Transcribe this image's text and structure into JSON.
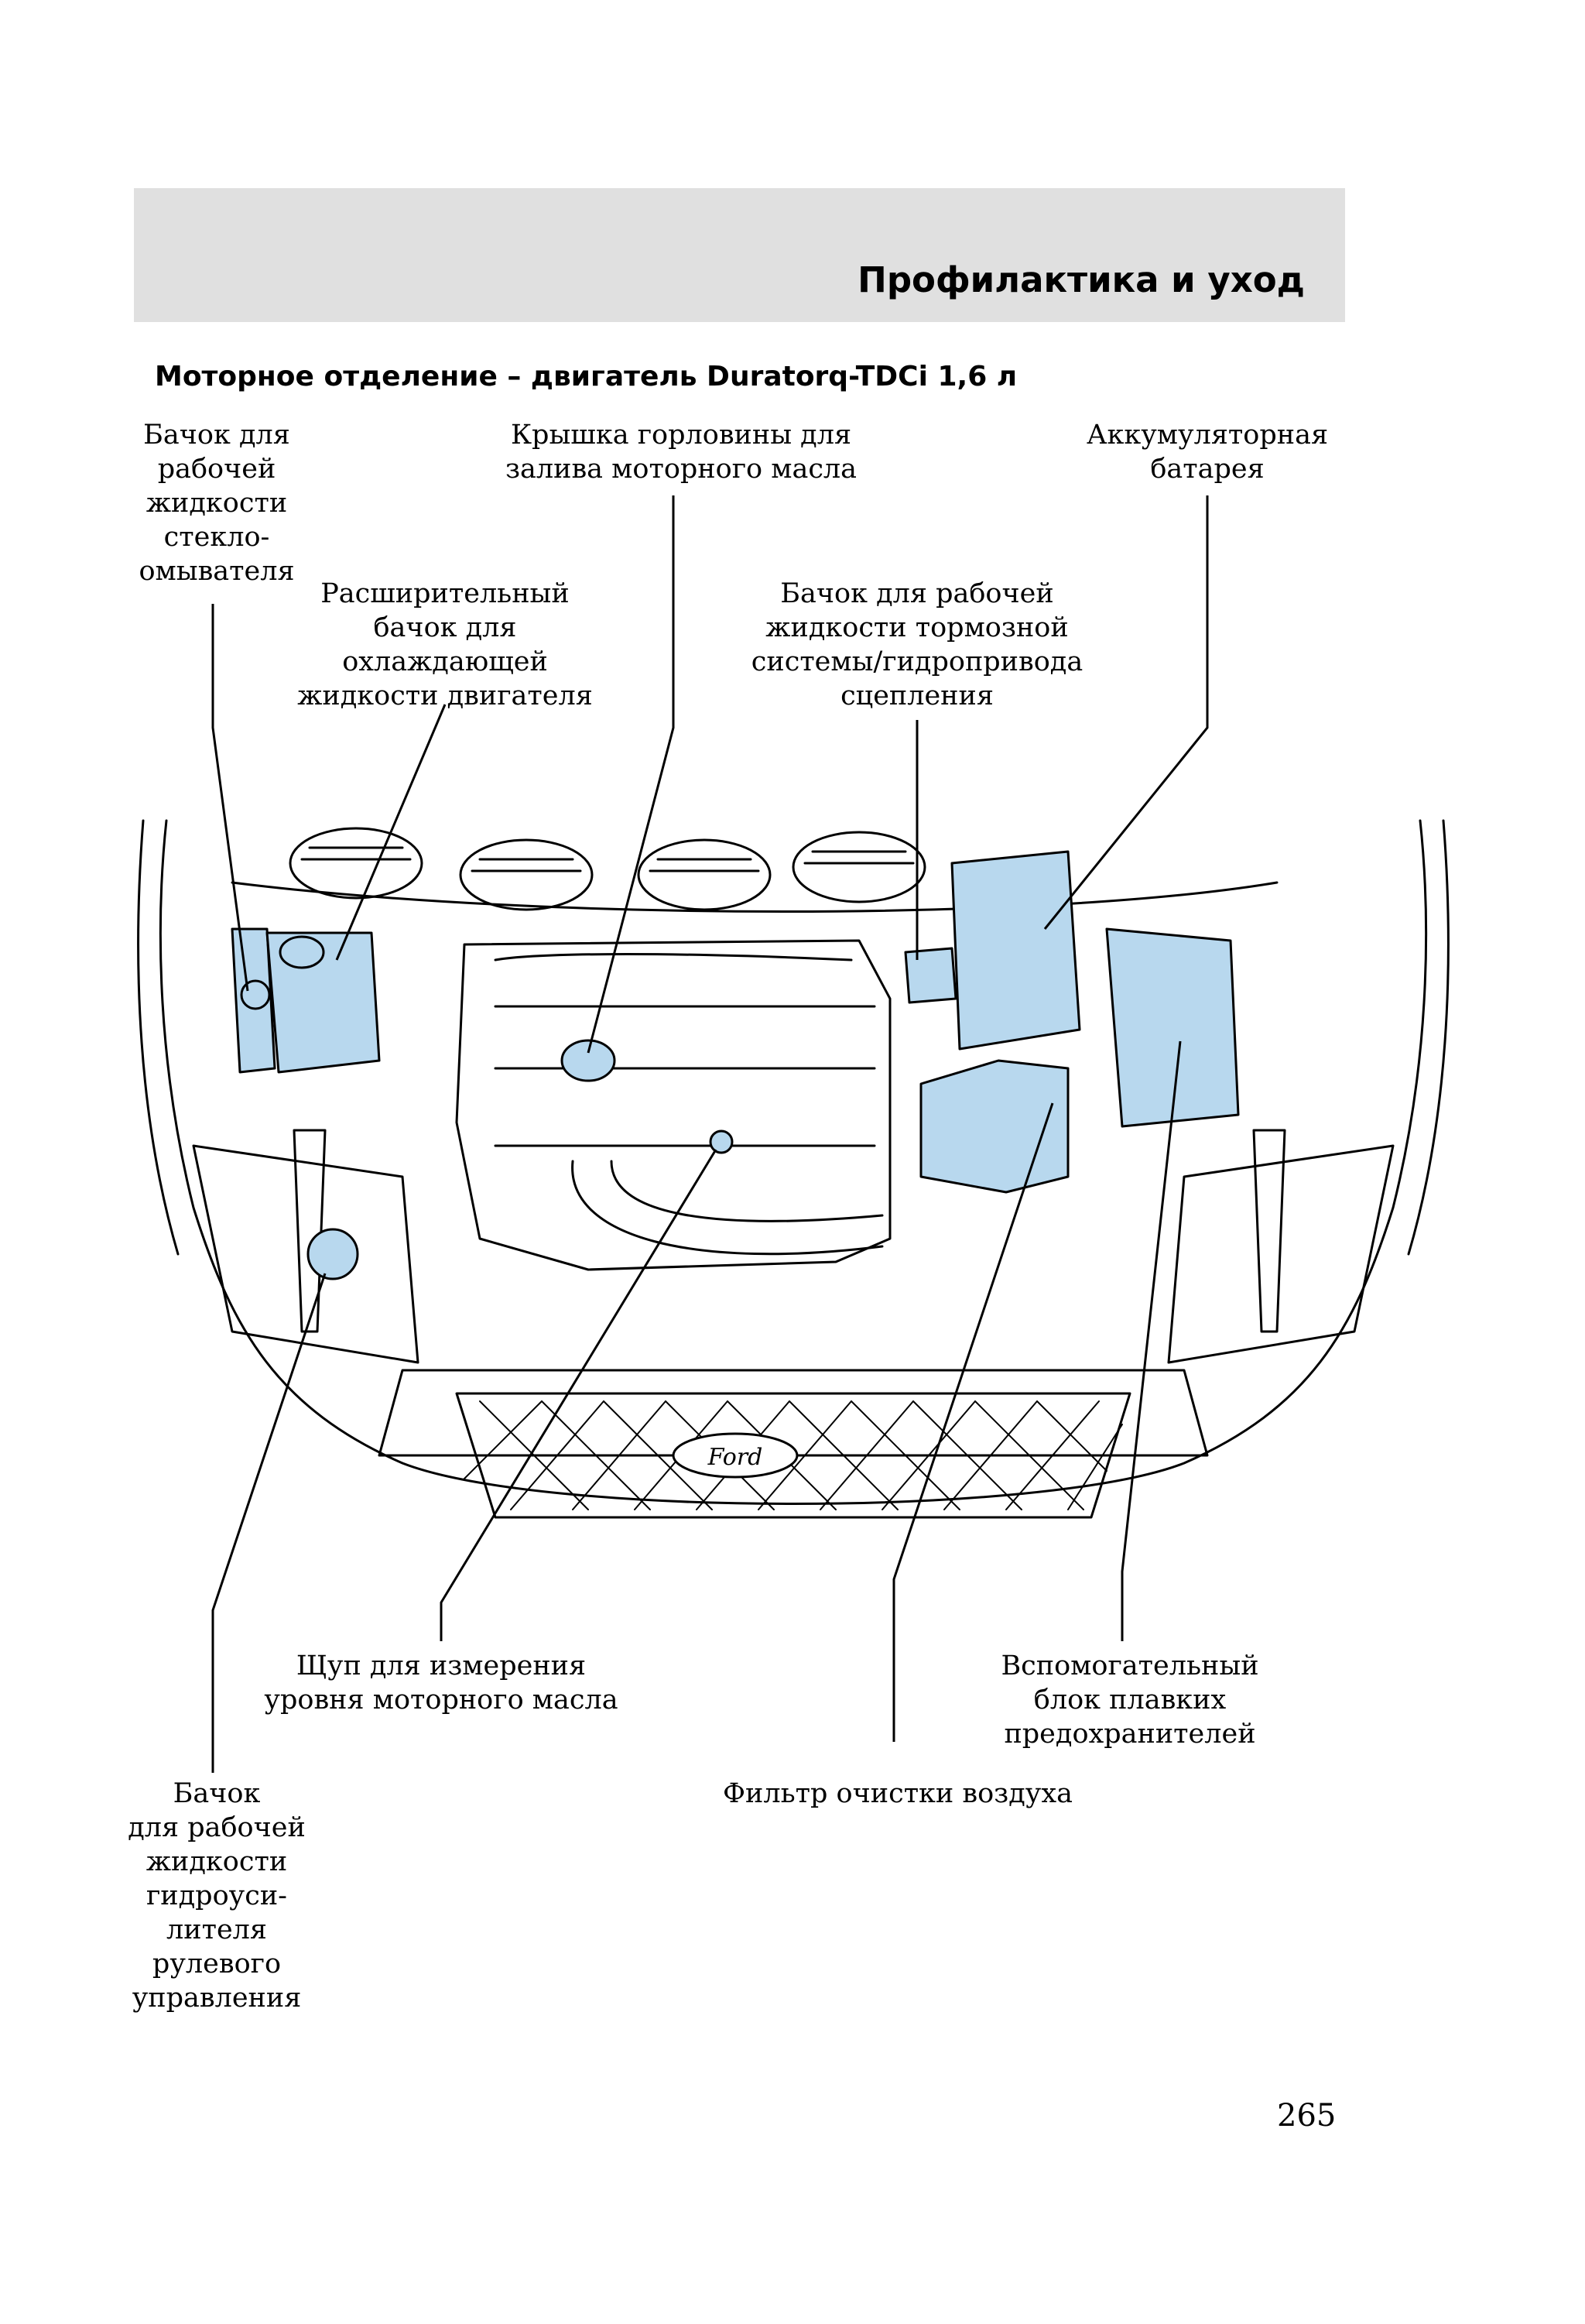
{
  "header": {
    "chapter_title": "Профилактика и уход"
  },
  "section": {
    "title": "Моторное отделение – двигатель Duratorq-TDCi 1,6 л"
  },
  "callouts": {
    "washer_reservoir": "Бачок для\nрабочей\nжидкости\nстекло-\nомывателя",
    "oil_filler_cap": "Крышка горловины для\nзалива моторного масла",
    "battery": "Аккумуляторная\nбатарея",
    "coolant_tank": "Расширительный\nбачок для\nохлаждающей\nжидкости двигателя",
    "brake_fluid": "Бачок для рабочей\nжидкости тормозной\nсистемы/гидропривода\nсцепления",
    "oil_dipstick": "Щуп для измерения\nуровня моторного масла",
    "aux_fuse_box": "Вспомогательный\nблок плавких\nпредохранителей",
    "air_filter": "Фильтр очистки воздуха",
    "power_steering": "Бачок\nдля рабочей\nжидкости\nгидроуси-\nлителя\nрулевого\nуправления"
  },
  "diagram": {
    "highlight_color": "#b8d8ee",
    "line_color": "#000000",
    "brand_badge": "Ford"
  },
  "page_number": "265"
}
